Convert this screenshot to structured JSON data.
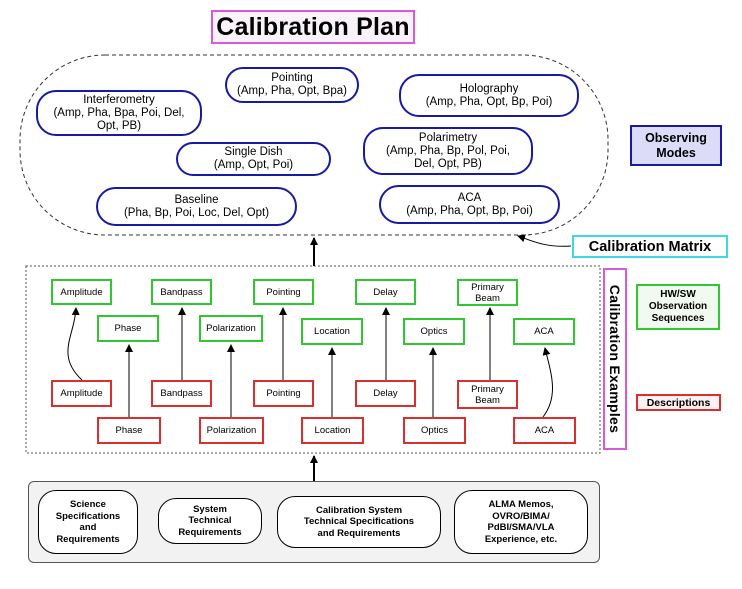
{
  "title": "Calibration Plan",
  "observing_modes": [
    {
      "id": "interferometry",
      "line1": "Interferometry",
      "line2": "(Amp, Pha, Bpa, Poi, Del,",
      "line3": "Opt, PB)"
    },
    {
      "id": "pointing",
      "line1": "Pointing",
      "line2": "(Amp, Pha, Opt, Bpa)"
    },
    {
      "id": "holography",
      "line1": "Holography",
      "line2": "(Amp, Pha, Opt, Bp, Poi)"
    },
    {
      "id": "single-dish",
      "line1": "Single Dish",
      "line2": "(Amp, Opt, Poi)"
    },
    {
      "id": "polarimetry",
      "line1": "Polarimetry",
      "line2": "(Amp, Pha, Bp, Pol, Poi,",
      "line3": "Del, Opt, PB)"
    },
    {
      "id": "baseline",
      "line1": "Baseline",
      "line2": "(Pha, Bp, Poi, Loc, Del, Opt)"
    },
    {
      "id": "aca",
      "line1": "ACA",
      "line2": "(Amp, Pha, Opt, Bp, Poi)"
    }
  ],
  "side_labels": {
    "observing_modes_1": "Observing",
    "observing_modes_2": "Modes",
    "calibration_matrix": "Calibration Matrix",
    "hwsw_1": "HW/SW",
    "hwsw_2": "Observation",
    "hwsw_3": "Sequences",
    "descriptions": "Descriptions",
    "calibration_examples": "Calibration Examples"
  },
  "green_boxes": {
    "amplitude": "Amplitude",
    "bandpass": "Bandpass",
    "pointing": "Pointing",
    "delay": "Delay",
    "primary_beam_1": "Primary",
    "primary_beam_2": "Beam",
    "phase": "Phase",
    "polarization": "Polarization",
    "location": "Location",
    "optics": "Optics",
    "aca": "ACA"
  },
  "red_boxes": {
    "amplitude": "Amplitude",
    "bandpass": "Bandpass",
    "pointing": "Pointing",
    "delay": "Delay",
    "primary_beam_1": "Primary",
    "primary_beam_2": "Beam",
    "phase": "Phase",
    "polarization": "Polarization",
    "location": "Location",
    "optics": "Optics",
    "aca": "ACA"
  },
  "requirements": [
    {
      "id": "science",
      "lines": [
        "Science",
        "Specifications",
        "and",
        "Requirements"
      ]
    },
    {
      "id": "system",
      "lines": [
        "System",
        "Technical",
        "Requirements"
      ]
    },
    {
      "id": "calibration-system",
      "lines": [
        "Calibration System",
        "Technical Specifications",
        "and Requirements"
      ]
    },
    {
      "id": "alma-memos",
      "lines": [
        "ALMA Memos,",
        "OVRO/BIMA/",
        "PdBI/SMA/VLA",
        "Experience, etc."
      ]
    }
  ],
  "colors": {
    "title_border": "#d85ad8",
    "mode_border": "#1a1aa0",
    "matrix_border": "#40d8e8",
    "green_border": "#30c830",
    "red_border": "#d83030"
  }
}
